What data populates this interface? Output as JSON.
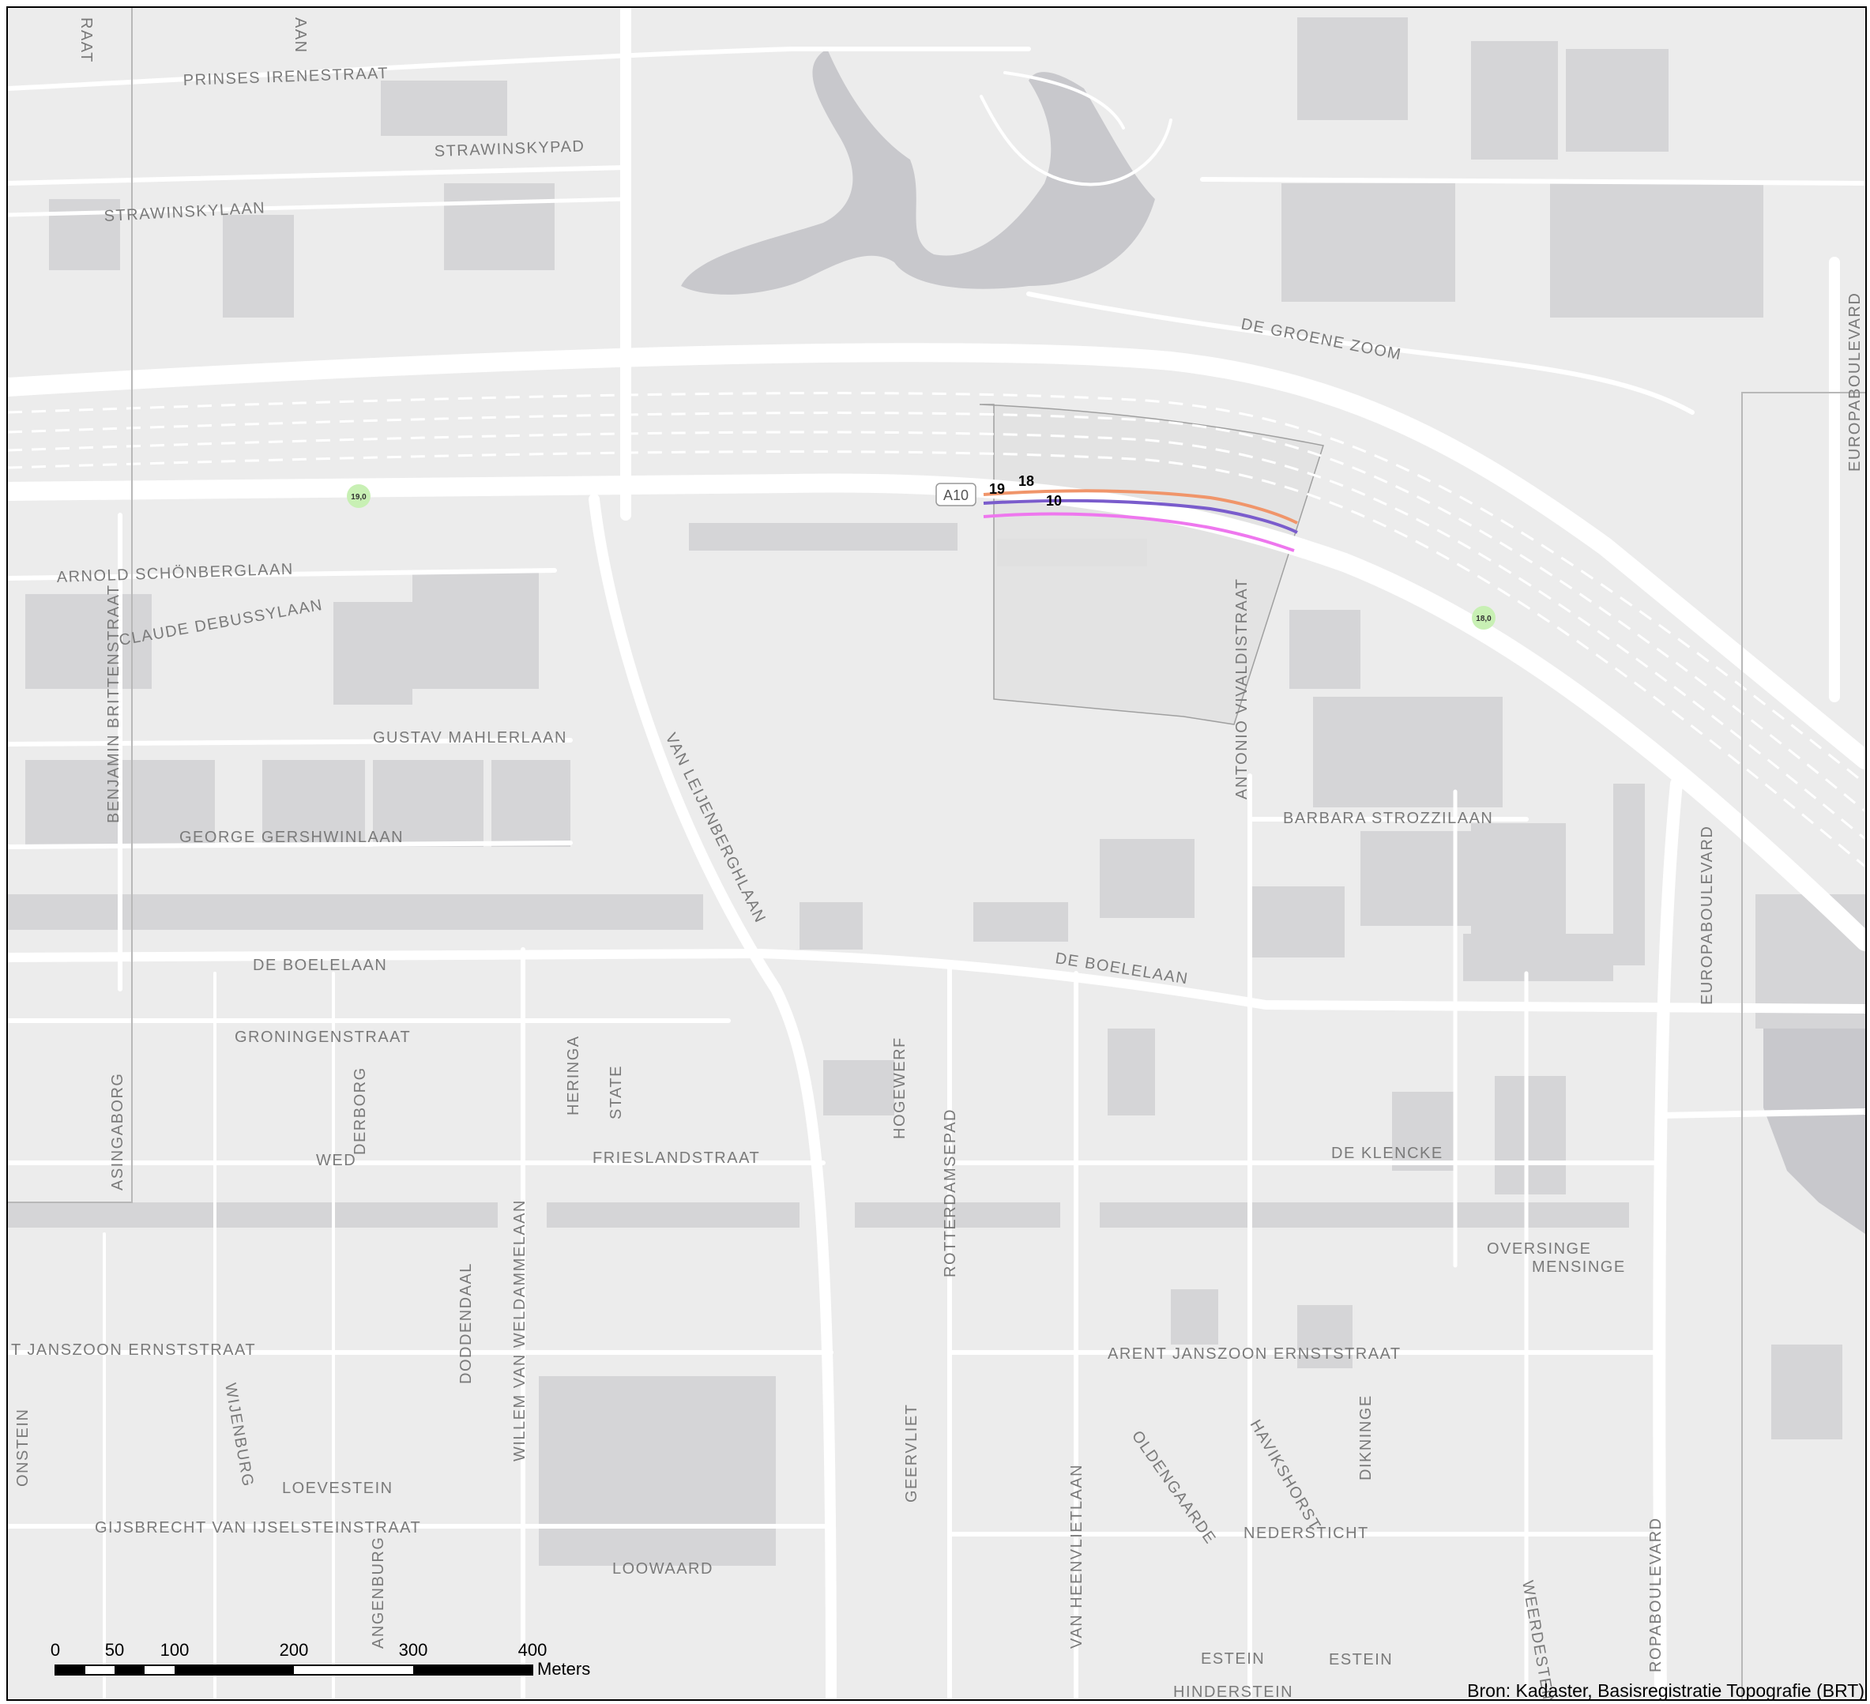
{
  "map": {
    "streets": [
      {
        "id": "prinses-irenestraat",
        "text": "PRINSES IRENESTRAAT"
      },
      {
        "id": "strawinskypad",
        "text": "STRAWINSKYPAD"
      },
      {
        "id": "strawinskylaan",
        "text": "STRAWINSKYLAAN"
      },
      {
        "id": "de-groene-zoom",
        "text": "DE GROENE ZOOM"
      },
      {
        "id": "arnold-schonberglaan",
        "text": "ARNOLD SCHÖNBERGLAAN"
      },
      {
        "id": "claude-debussylaan",
        "text": "CLAUDE DEBUSSYLAAN"
      },
      {
        "id": "benjamin-brittenstraat",
        "text": "BENJAMIN BRITTENSTRAAT"
      },
      {
        "id": "gustav-mahlerlaan",
        "text": "GUSTAV MAHLERLAAN"
      },
      {
        "id": "george-gershwinlaan",
        "text": "GEORGE GERSHWINLAAN"
      },
      {
        "id": "van-leijenberghlaan",
        "text": "VAN LEIJENBERGHLAAN"
      },
      {
        "id": "antonio-vivaldistraat",
        "text": "ANTONIO VIVALDISTRAAT"
      },
      {
        "id": "barbara-strozzilaan",
        "text": "BARBARA STROZZILAAN"
      },
      {
        "id": "europaboulevard-north",
        "text": "EUROPABOULEVARD"
      },
      {
        "id": "europaboulevard-east",
        "text": "EUROPABOULEVARD"
      },
      {
        "id": "de-boelelaan-west",
        "text": "DE BOELELAAN"
      },
      {
        "id": "de-boelelaan-east",
        "text": "DE BOELELAAN"
      },
      {
        "id": "groningenstraat",
        "text": "GRONINGENSTRAAT"
      },
      {
        "id": "asingaborg",
        "text": "ASINGABORG"
      },
      {
        "id": "derborg",
        "text": "DERBORG"
      },
      {
        "id": "heringa",
        "text": "HERINGA"
      },
      {
        "id": "state",
        "text": "STATE"
      },
      {
        "id": "hogewerf",
        "text": "HOGEWERF"
      },
      {
        "id": "rotterdamsepad",
        "text": "ROTTERDAMSEPAD"
      },
      {
        "id": "wed",
        "text": "WED"
      },
      {
        "id": "frieslandstraat",
        "text": "FRIESLANDSTRAAT"
      },
      {
        "id": "de-klencke",
        "text": "DE KLENCKE"
      },
      {
        "id": "oversinge",
        "text": "OVERSINGE"
      },
      {
        "id": "mensinge",
        "text": "MENSINGE"
      },
      {
        "id": "arent-west",
        "text": "T JANSZOON ERNSTSTRAAT"
      },
      {
        "id": "arent-east",
        "text": "ARENT JANSZOON ERNSTSTRAAT"
      },
      {
        "id": "willem-van-weldammelaan",
        "text": "WILLEM VAN WELDAMMELAAN"
      },
      {
        "id": "doddendaal",
        "text": "DODDENDAAL"
      },
      {
        "id": "wijenburg",
        "text": "WIJENBURG"
      },
      {
        "id": "onstein",
        "text": "ONSTEIN"
      },
      {
        "id": "loevestein",
        "text": "LOEVESTEIN"
      },
      {
        "id": "gijsbrecht",
        "text": "GIJSBRECHT VAN IJSELSTEINSTRAAT"
      },
      {
        "id": "angenburg",
        "text": "ANGENBURG"
      },
      {
        "id": "loowaard",
        "text": "LOOWAARD"
      },
      {
        "id": "geervliet",
        "text": "GEERVLIET"
      },
      {
        "id": "van-heenvlietlaan",
        "text": "VAN HEENVLIETLAAN"
      },
      {
        "id": "oldengaarde",
        "text": "OLDENGAARDE"
      },
      {
        "id": "havikshorst",
        "text": "HAVIKSHORST"
      },
      {
        "id": "dikninge",
        "text": "DIKNINGE"
      },
      {
        "id": "nederssticht",
        "text": "NEDERSTICHT"
      },
      {
        "id": "weerdestein",
        "text": "WEERDESTEIN"
      },
      {
        "id": "ropaboulevard",
        "text": "ROPABOULEVARD"
      },
      {
        "id": "sijpestein",
        "text": "ESTEIN"
      },
      {
        "id": "rhijnestein",
        "text": "ESTEIN"
      },
      {
        "id": "hinderstein",
        "text": "HINDERSTEIN"
      },
      {
        "id": "top-left-edge",
        "text": "RAAT"
      },
      {
        "id": "top-edge",
        "text": "AAN"
      }
    ],
    "road_shield": {
      "text": "A10"
    },
    "elevation_markers": [
      {
        "id": "marker-19",
        "text": "19,0"
      },
      {
        "id": "marker-18",
        "text": "18,0"
      }
    ],
    "noise_lines": [
      {
        "id": "line-19",
        "label": "19",
        "color": "#f0956a"
      },
      {
        "id": "line-18",
        "label": "18",
        "color": "#f0956a"
      },
      {
        "id": "line-10",
        "label": "10",
        "color": "#7a5ccc"
      },
      {
        "id": "line-pink",
        "label": "",
        "color": "#ee77ee"
      }
    ],
    "colors": {
      "background": "#ececec",
      "road": "#ffffff",
      "building": "#d5d5d7",
      "water": "#c8c8cc",
      "study_area": "#e2e2e2"
    }
  },
  "scale_bar": {
    "ticks": [
      "0",
      "50",
      "100",
      "200",
      "300",
      "400"
    ],
    "unit": "Meters"
  },
  "credit": {
    "text": "Bron: Kadaster, Basisregistratie Topografie (BRT)"
  }
}
